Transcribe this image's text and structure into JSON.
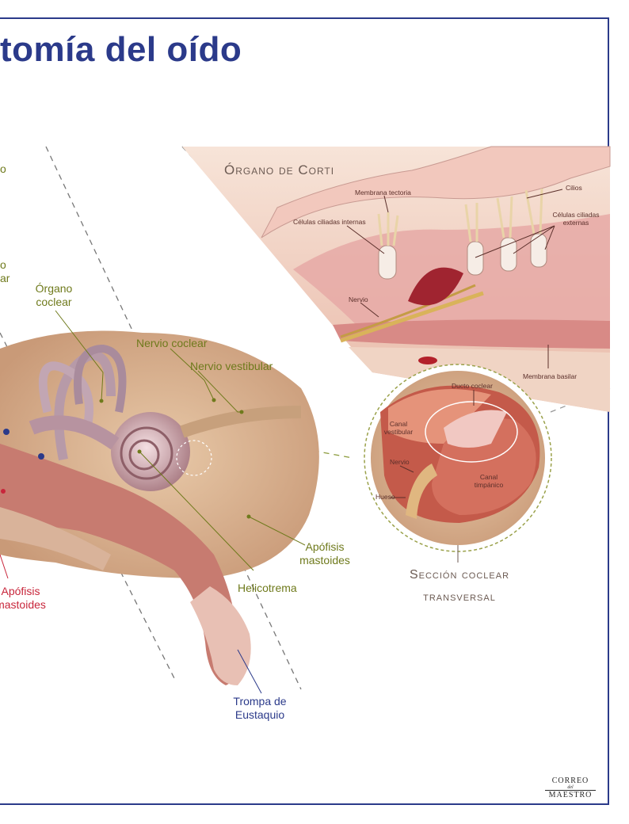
{
  "title": "tomía del oído",
  "colors": {
    "title": "#2b3a8a",
    "label_olive": "#6f7a1c",
    "label_red": "#c8263b",
    "label_blue": "#2b3a8a",
    "frame": "#2b3a8a"
  },
  "left_labels": {
    "fragment_top": "o",
    "fragment_1": "o",
    "fragment_2": "ar",
    "organo_coclear": "Órgano\ncoclear",
    "nervio_coclear": "Nervio coclear",
    "nervio_vestibular": "Nervio vestibular",
    "apofisis_green": "Apófisis\nmastoides",
    "helicotrema": "Helicotrema",
    "apofisis_red": "Apófisis\nmastoides",
    "trompa": "Trompa de\nEustaquio"
  },
  "corti": {
    "heading": "Órgano de Corti",
    "membrana_tectoria": "Membrana tectoria",
    "cilios": "Cilios",
    "celulas_internas": "Células ciliadas internas",
    "celulas_externas": "Células ciliadas\nexternas",
    "nervio": "Nervio",
    "membrana_basilar": "Membrana basilar"
  },
  "cochlear_section": {
    "ducto": "Ducto coclear",
    "canal_vestibular": "Canal\nvestibular",
    "nervio": "Nervio",
    "hueso": "Hueso",
    "canal_timpanico": "Canal\ntimpánico",
    "heading_line1": "Sección coclear",
    "heading_line2": "transversal"
  },
  "logo": {
    "line1": "CORREO",
    "line2": "del",
    "line3": "MAESTRO"
  }
}
